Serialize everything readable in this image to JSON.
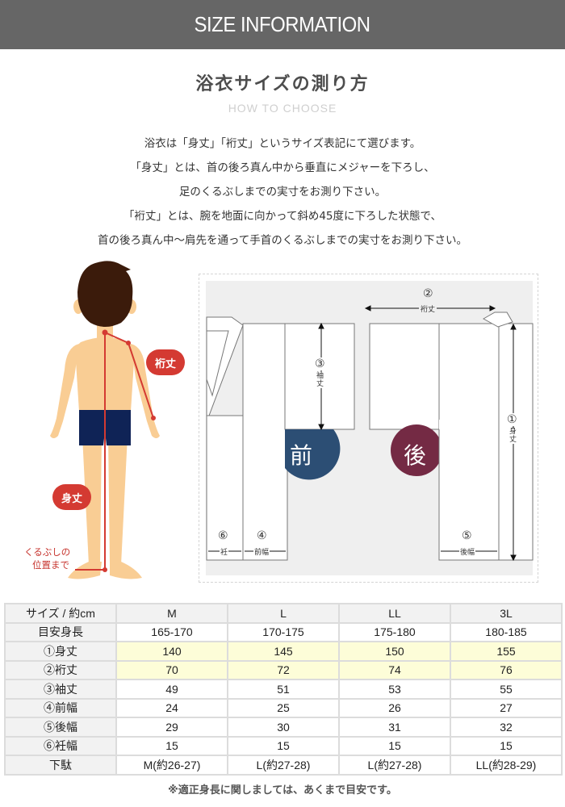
{
  "banner": {
    "title": "SIZE INFORMATION"
  },
  "heading": {
    "title": "浴衣サイズの測り方",
    "subtitle": "HOW TO CHOOSE"
  },
  "description": [
    "浴衣は「身丈」「裄丈」というサイズ表記にて選びます。",
    "「身丈」とは、首の後ろ真ん中から垂直にメジャーを下ろし、",
    "足のくるぶしまでの実寸をお測り下さい。",
    "「裄丈」とは、腕を地面に向かって斜め45度に下ろした状態で、",
    "首の後ろ真ん中〜肩先を通って手首のくるぶしまでの実寸をお測り下さい。"
  ],
  "figure": {
    "label_yuki": "裄丈",
    "label_mitake": "身丈",
    "ankle_line1": "くるぶしの",
    "ankle_line2": "位置まで",
    "colors": {
      "skin": "#f9cd94",
      "hair": "#3b1b0b",
      "shorts": "#0f2356",
      "accent": "#d43a32"
    }
  },
  "diagram": {
    "front_label": "前",
    "back_label": "後",
    "front_color": "#2c4e74",
    "back_color": "#742a44",
    "measures": [
      {
        "num": "①",
        "label": "身丈"
      },
      {
        "num": "②",
        "label": "裄丈"
      },
      {
        "num": "③",
        "label": "袖丈"
      },
      {
        "num": "④",
        "label": "前幅"
      },
      {
        "num": "⑤",
        "label": "後幅"
      },
      {
        "num": "⑥",
        "label": "衽"
      }
    ]
  },
  "table": {
    "header": [
      "サイズ / 約cm",
      "M",
      "L",
      "LL",
      "3L"
    ],
    "rows": [
      {
        "label": "目安身長",
        "values": [
          "165-170",
          "170-175",
          "175-180",
          "180-185"
        ],
        "highlight": false
      },
      {
        "label": "①身丈",
        "values": [
          "140",
          "145",
          "150",
          "155"
        ],
        "highlight": true
      },
      {
        "label": "②裄丈",
        "values": [
          "70",
          "72",
          "74",
          "76"
        ],
        "highlight": true
      },
      {
        "label": "③袖丈",
        "values": [
          "49",
          "51",
          "53",
          "55"
        ],
        "highlight": false
      },
      {
        "label": "④前幅",
        "values": [
          "24",
          "25",
          "26",
          "27"
        ],
        "highlight": false
      },
      {
        "label": "⑤後幅",
        "values": [
          "29",
          "30",
          "31",
          "32"
        ],
        "highlight": false
      },
      {
        "label": "⑥衽幅",
        "values": [
          "15",
          "15",
          "15",
          "15"
        ],
        "highlight": false
      },
      {
        "label": "下駄",
        "values": [
          "M(約26-27)",
          "L(約27-28)",
          "L(約27-28)",
          "LL(約28-29)"
        ],
        "highlight": false
      }
    ]
  },
  "note": "※適正身長に関しましては、あくまで目安です。"
}
